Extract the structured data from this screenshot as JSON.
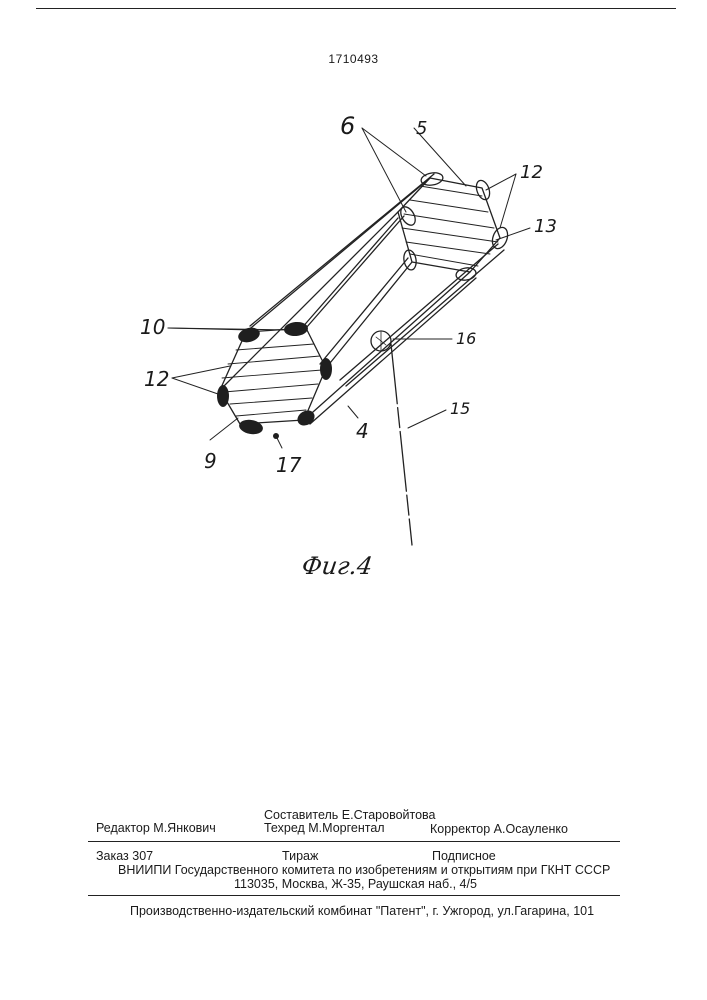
{
  "patent_number": "1710493",
  "figure": {
    "caption": "Фиг.4",
    "labels": {
      "l6": "6",
      "l5": "5",
      "l12_top": "12",
      "l13": "13",
      "l10": "10",
      "l12_left": "12",
      "l16": "16",
      "l15": "15",
      "l4": "4",
      "l9": "9",
      "l17": "17"
    }
  },
  "colophon": {
    "editor": "Редактор М.Янкович",
    "compiler": "Составитель Е.Старовойтова",
    "techred": "Техред М.Моргентал",
    "corrector": "Корректор  А.Осауленко",
    "order": "Заказ  307",
    "circulation": "Тираж",
    "subscription": "Подписное",
    "institute": "ВНИИПИ Государственного комитета по изобретениям и открытиям при ГКНТ СССР",
    "address": "113035, Москва, Ж-35, Раушская наб., 4/5",
    "publisher": "Производственно-издательский комбинат \"Патент\", г. Ужгород, ул.Гагарина, 101"
  }
}
